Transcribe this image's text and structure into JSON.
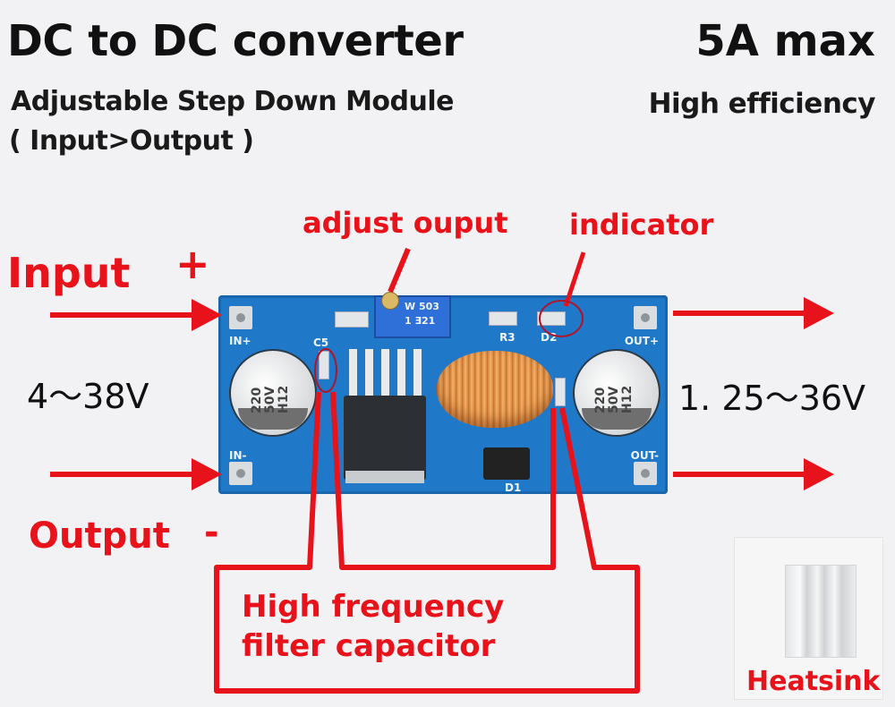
{
  "header": {
    "title": "DC to DC converter",
    "subtitle": "Adjustable Step Down Module",
    "subnote": "( Input>Output )",
    "max_current": "5A max",
    "efficiency": "High efficiency"
  },
  "annotations": {
    "input_label": "Input",
    "input_polarity": "+",
    "output_label": "Output",
    "output_polarity": "-",
    "input_voltage": "4～38V",
    "output_voltage": "1. 25～36V",
    "adjust_label": "adjust ouput",
    "indicator_label": "indicator",
    "filter_cap_line1": "High frequency",
    "filter_cap_line2": "filter capacitor",
    "heatsink_label": "Heatsink"
  },
  "board": {
    "silkscreen": {
      "in_plus": "IN+",
      "in_minus": "IN-",
      "out_plus": "OUT+",
      "out_minus": "OUT-",
      "c5": "C5",
      "r3": "R3",
      "d2": "D2",
      "d1": "D1",
      "pot_marking_1": "W 503",
      "pot_marking_2": "1 Ǝ21"
    },
    "capacitor_marking": [
      "220",
      "50V",
      "H12"
    ]
  },
  "colors": {
    "accent_red": "#e8121a",
    "pcb_blue": "#1f78c8",
    "background": "#f2f2f4"
  }
}
